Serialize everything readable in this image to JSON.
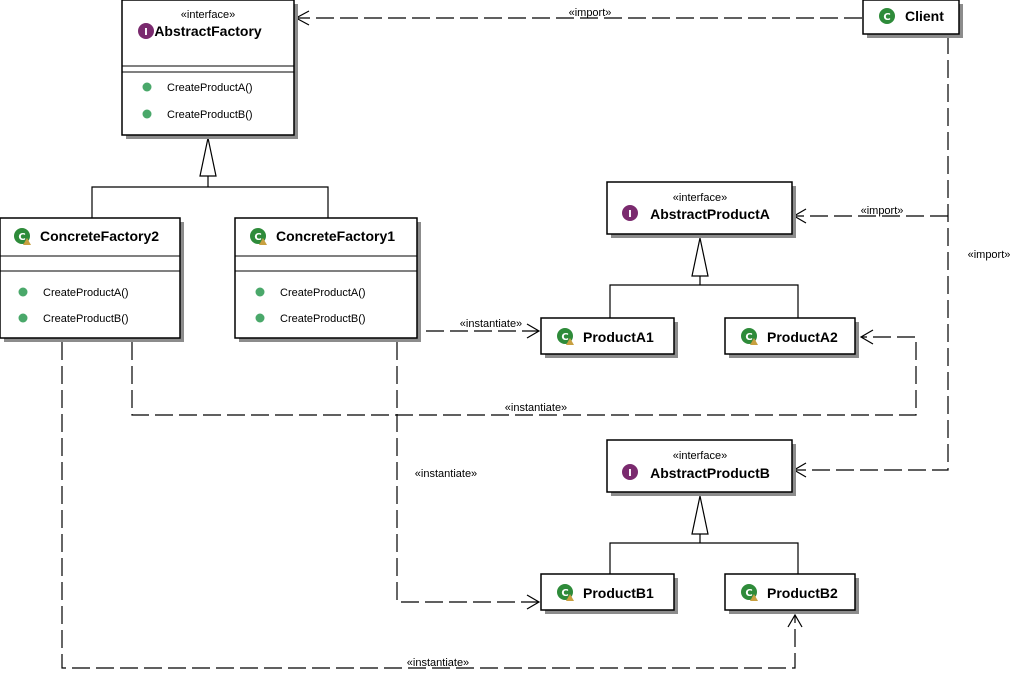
{
  "colors": {
    "class_icon": "#2e8b3a",
    "interface_icon": "#7a2a6e",
    "method_dot": "#4aa86a",
    "warn_badge": "#c8a040"
  },
  "classes": {
    "abstract_factory": {
      "stereotype": "«interface»",
      "name": "AbstractFactory",
      "icon": "interface-icon",
      "methods": [
        "CreateProductA()",
        "CreateProductB()"
      ]
    },
    "client": {
      "name": "Client",
      "icon": "class-icon"
    },
    "concrete_factory2": {
      "name": "ConcreteFactory2",
      "icon": "class-icon",
      "methods": [
        "CreateProductA()",
        "CreateProductB()"
      ]
    },
    "concrete_factory1": {
      "name": "ConcreteFactory1",
      "icon": "class-icon",
      "methods": [
        "CreateProductA()",
        "CreateProductB()"
      ]
    },
    "abstract_product_a": {
      "stereotype": "«interface»",
      "name": "AbstractProductA",
      "icon": "interface-icon"
    },
    "product_a1": {
      "name": "ProductA1",
      "icon": "class-icon"
    },
    "product_a2": {
      "name": "ProductA2",
      "icon": "class-icon"
    },
    "abstract_product_b": {
      "stereotype": "«interface»",
      "name": "AbstractProductB",
      "icon": "interface-icon"
    },
    "product_b1": {
      "name": "ProductB1",
      "icon": "class-icon"
    },
    "product_b2": {
      "name": "ProductB2",
      "icon": "class-icon"
    }
  },
  "relations": {
    "client_to_factory": "«import»",
    "client_to_product_a": "«import»",
    "client_to_product_b": "«import»",
    "cf1_to_a1": "«instantiate»",
    "cf2_to_a2": "«instantiate»",
    "cf1_to_b1": "«instantiate»",
    "cf2_to_b2": "«instantiate»"
  }
}
